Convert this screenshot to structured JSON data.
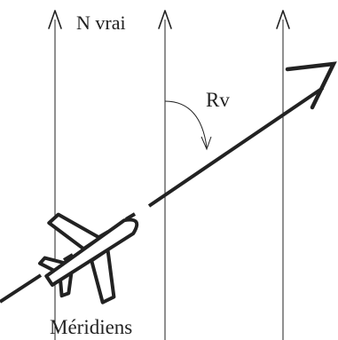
{
  "labels": {
    "north": "N vrai",
    "heading": "Rv",
    "meridians": "Méridiens"
  },
  "colors": {
    "ink": "#222222",
    "background": "#ffffff"
  },
  "icons": {
    "aircraft": "jet-aircraft-icon"
  }
}
